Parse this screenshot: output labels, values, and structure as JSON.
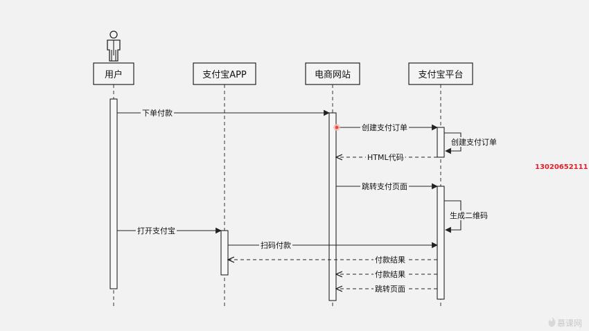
{
  "participants": [
    {
      "id": "user",
      "label": "用户"
    },
    {
      "id": "alipay_app",
      "label": "支付宝APP"
    },
    {
      "id": "ecommerce",
      "label": "电商网站"
    },
    {
      "id": "alipay_platform",
      "label": "支付宝平台"
    }
  ],
  "messages": [
    {
      "from": "user",
      "to": "ecommerce",
      "label": "下单付款",
      "kind": "sync"
    },
    {
      "from": "ecommerce",
      "to": "alipay_platform",
      "label": "创建支付订单",
      "kind": "sync"
    },
    {
      "from": "alipay_platform",
      "to": "alipay_platform",
      "label": "创建支付订单",
      "kind": "self"
    },
    {
      "from": "alipay_platform",
      "to": "ecommerce",
      "label": "HTML代码",
      "kind": "return"
    },
    {
      "from": "ecommerce",
      "to": "alipay_platform",
      "label": "跳转支付页面",
      "kind": "sync"
    },
    {
      "from": "alipay_platform",
      "to": "alipay_platform",
      "label": "生成二维码",
      "kind": "self"
    },
    {
      "from": "user",
      "to": "alipay_app",
      "label": "打开支付宝",
      "kind": "sync"
    },
    {
      "from": "alipay_app",
      "to": "alipay_platform",
      "label": "扫码付款",
      "kind": "sync"
    },
    {
      "from": "alipay_platform",
      "to": "alipay_app",
      "label": "付款结果",
      "kind": "return"
    },
    {
      "from": "alipay_platform",
      "to": "ecommerce",
      "label": "付款结果",
      "kind": "return"
    },
    {
      "from": "alipay_platform",
      "to": "ecommerce",
      "label": "跳转页面",
      "kind": "return"
    }
  ],
  "overlay": {
    "phone_number": "13020652111",
    "watermark": "慕课网",
    "colors": {
      "phone": "#e0202a",
      "cursor_dot": "#e8453c",
      "line": "#222222"
    }
  },
  "icons": {
    "actor": "person-icon",
    "watermark": "flame-logo-icon"
  }
}
